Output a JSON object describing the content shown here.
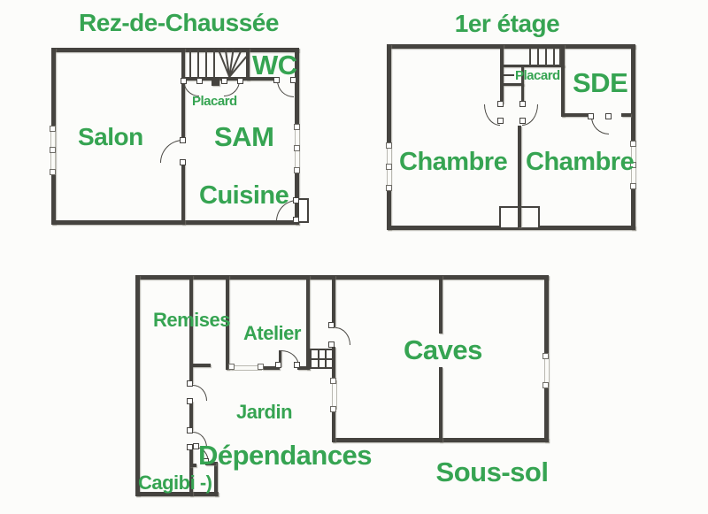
{
  "colors": {
    "label_green": "#36a452",
    "wall_dark": "#45433f"
  },
  "floors": {
    "rdc": {
      "title": "Rez-de-Chaussée",
      "salon": "Salon",
      "sam": "SAM",
      "cuisine": "Cuisine",
      "wc": "WC",
      "placard": "Placard"
    },
    "etage1": {
      "title": "1er étage",
      "chambre_left": "Chambre",
      "chambre_right": "Chambre",
      "sde": "SDE",
      "placard": "Placard"
    },
    "basement": {
      "dependances": "Dépendances",
      "sous_sol": "Sous-sol",
      "remises": "Remises",
      "atelier": "Atelier",
      "caves": "Caves",
      "jardin": "Jardin",
      "cagibi": "Cagibi -)"
    }
  }
}
